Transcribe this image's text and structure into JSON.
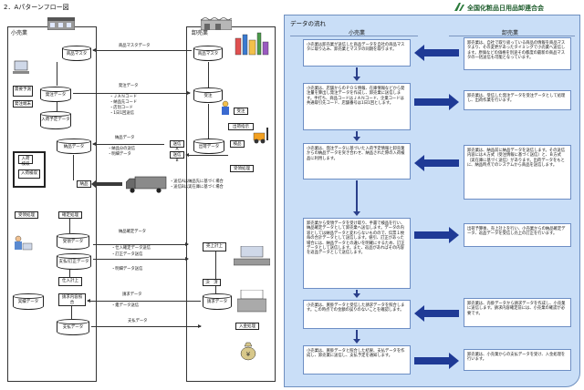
{
  "page_title": "2．Aパターンフロー図",
  "organization": "全国化粧品日用品卸連合会",
  "left": {
    "lane_retail": "小売業",
    "lane_wholesale": "卸売業",
    "db_product_master_retail": "商品マスタ",
    "db_product_master_wholesale": "商品マスタ",
    "flow_product_master": "商品マスタデータ",
    "box_forecast": "需要予測",
    "box_posting_terminal": "発注端末",
    "box_order_data": "発注データ",
    "box_inspection": "入荷予定データ",
    "flow_order_data": "発注データ",
    "flow_order_items": [
      "・ＪＡＮコード",
      "・納品先コード",
      "・店別コード",
      "・1日1回送信"
    ],
    "box_order_receive": "受注",
    "box_shipping_instruction": "出荷指示",
    "flow_delivery_data": "納品データ",
    "flow_delivery_items": [
      "・納品分の送信",
      "・明細データ"
    ],
    "db_delivery_data_retail": "納品データ",
    "db_shipping_data": "出荷データ",
    "box_inspect": "検品",
    "box_receive_entry": "入荷検収",
    "box_goods": "納品",
    "box_send_a": "送信A",
    "box_send_b": "送信B",
    "flow_truck_notes": [
      "・送信Aは納品先に基づく場合",
      "・送信Bは実在庫に基づく場合"
    ],
    "box_purchase_process": "受領処理",
    "box_confirm": "確定処理",
    "flow_confirm_data": "納品確定データ",
    "flow_confirm_items": [
      "・仕入計上分",
      "・訂正処理分"
    ],
    "db_acceptance": "受領データ",
    "db_accounting": "支払/訂正データ",
    "flow_acceptance": "・仕入確定データ送信",
    "flow_correction": "・訂正データ送信",
    "box_purchase_book": "仕入計上",
    "box_sales_book": "売上計上",
    "flow_detail_confirm": "・明細データ送信",
    "box_settlement": "決　済",
    "box_billing_match": "請求内容照合",
    "db_billing_data": "請求データ",
    "db_payable_data": "実績データ",
    "flow_billing": "請求データ",
    "flow_billing_item": "・鑑データ送信",
    "db_payment": "支払データ",
    "flow_payment": "支払データ",
    "box_deposit_check": "入金処理"
  },
  "right": {
    "panel_title": "データの流れ",
    "col_retail": "小売業",
    "col_wholesale": "卸売業",
    "retail_steps": [
      "小売業は卸売業が送信した商品データを自社の商品マスタに取り込み、卸売業とマスタの同期を取ります。",
      "小売業は、店舗からのＰＯＳ情報、在庫情報などから発注量を算出し発注データを作成し、卸売業に送信します。手打ち、商品コードはＪＡＮコード、企業コードは共通取引先コード、店舗番号は1日1回とします。",
      "小売業は、発注データに基づいた入荷予定情報と卸売業からの納品データを突き合わせ、納品された際の入荷検品に利用します。",
      "卸売業から受領データを受け取り、手書で検品を行い、納品確定データとして卸売業へ送信します。データの内容としては納品データと変わらないものので、伝票１枚毎の合計データとして送信します。値引、訂正があった場合には、納品データとの違いを明確にするため、訂正データとして送信します。また、返品があればその内容を返品データとして送信します。",
      "小売業は、買掛データと受信した請求データを照合します。この時点での金額の誤りのないことを確認します。",
      "小売業は、買掛データと照合した結果、支払データを作成し、卸売業に送信し、支払予定を通知します。"
    ],
    "wholesale_steps": [
      "卸売業は、自社で取り扱っている商品の情報を商品マスタより、その変更があったタイミングで小売業へ送信します。原価などの価格を別途その都度の最新の商品マスタの一括送信も可能となっています。",
      "卸売業は、受信した発注データを受注データとして処理し、出荷作業を行います。",
      "卸売業は、納品前に納品データを送信します。その送信内容にはＡ方式（受注情報に基づく送信）と、Ｂ方式（実在庫に基づく送信）があります。出荷データをもとに、納品時点でのシステムから商品を送信します。",
      "出荷予算後、売上計上を行い、小売業からの納品確定データ、返品データを受信し売上の訂正を行います。",
      "卸売業は、売掛データから請求データを作成し、小売業に送信します。請求内容確定前には、小売業の確認が必要です。",
      "卸売業は、小売業からの支払データを受け、入金処理を行います。"
    ]
  }
}
